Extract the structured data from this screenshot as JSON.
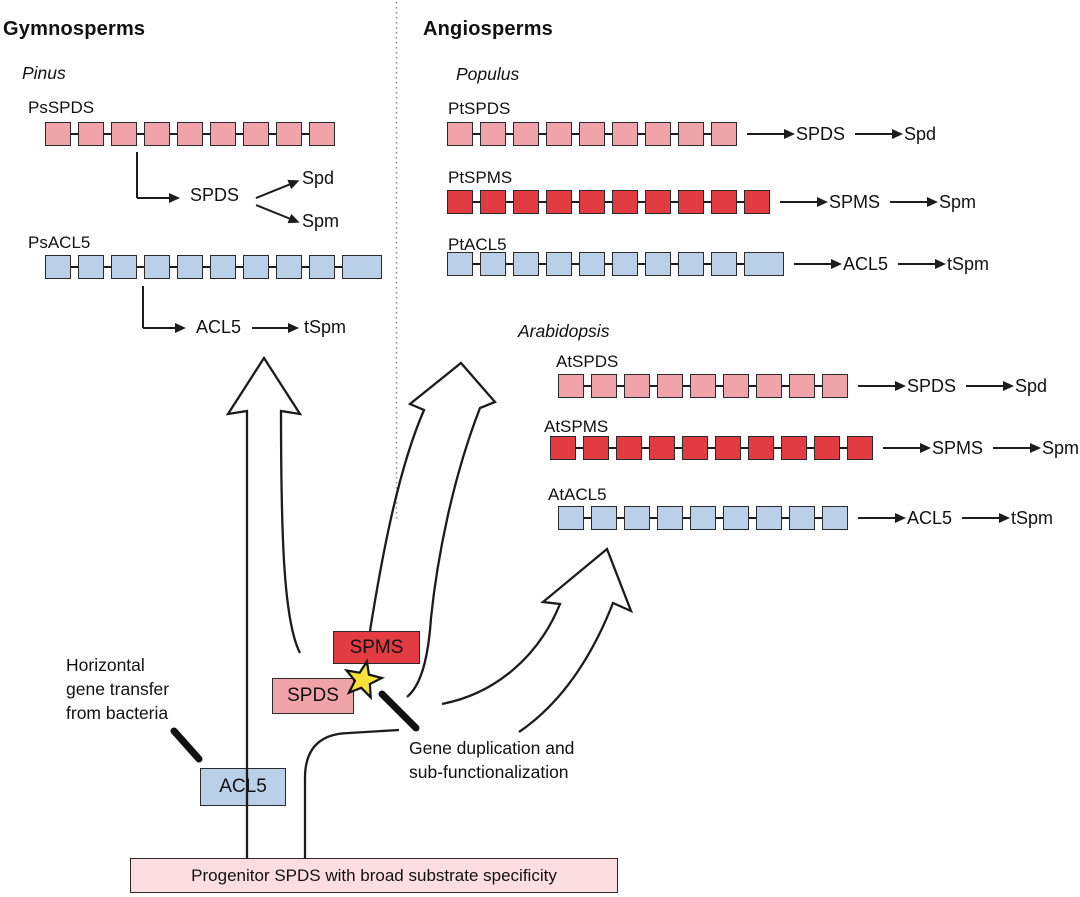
{
  "headings": {
    "gymnosperms": "Gymnosperms",
    "angiosperms": "Angiosperms"
  },
  "colors": {
    "pink": "#f0a3a8",
    "red": "#e23b41",
    "blue": "#bad0e8",
    "star": "#f8e23a",
    "progenitor_bg": "#fbdde2",
    "outline": "#2b2b2b",
    "line": "#1c1c1c"
  },
  "gymnosperms": {
    "species": "Pinus",
    "spds": {
      "label": "PsSPDS",
      "color": "pink",
      "exons": 9,
      "wide_last": false,
      "enzyme": "SPDS",
      "product1": "Spd",
      "product2": "Spm"
    },
    "acl5": {
      "label": "PsACL5",
      "color": "blue",
      "exons": 10,
      "wide_last": true,
      "enzyme": "ACL5",
      "product": "tSpm"
    }
  },
  "angiosperms": {
    "populus": {
      "species": "Populus",
      "spds": {
        "label": "PtSPDS",
        "color": "pink",
        "exons": 9,
        "wide_last": false,
        "enzyme": "SPDS",
        "product": "Spd"
      },
      "spms": {
        "label": "PtSPMS",
        "color": "red",
        "exons": 10,
        "wide_last": false,
        "enzyme": "SPMS",
        "product": "Spm"
      },
      "acl5": {
        "label": "PtACL5",
        "color": "blue",
        "exons": 10,
        "wide_last": true,
        "enzyme": "ACL5",
        "product": "tSpm"
      }
    },
    "arabidopsis": {
      "species": "Arabidopsis",
      "spds": {
        "label": "AtSPDS",
        "color": "pink",
        "exons": 9,
        "wide_last": false,
        "enzyme": "SPDS",
        "product": "Spd"
      },
      "spms": {
        "label": "AtSPMS",
        "color": "red",
        "exons": 10,
        "wide_last": false,
        "enzyme": "SPMS",
        "product": "Spm"
      },
      "acl5": {
        "label": "AtACL5",
        "color": "blue",
        "exons": 9,
        "wide_last": false,
        "enzyme": "ACL5",
        "product": "tSpm"
      }
    }
  },
  "origin": {
    "spms_box": "SPMS",
    "spds_box": "SPDS",
    "acl5_box": "ACL5",
    "hgt_line1": "Horizontal",
    "hgt_line2": "gene transfer",
    "hgt_line3": "from bacteria",
    "dup_line1": "Gene duplication and",
    "dup_line2": "sub-functionalization",
    "progenitor": "Progenitor SPDS with broad substrate specificity"
  }
}
